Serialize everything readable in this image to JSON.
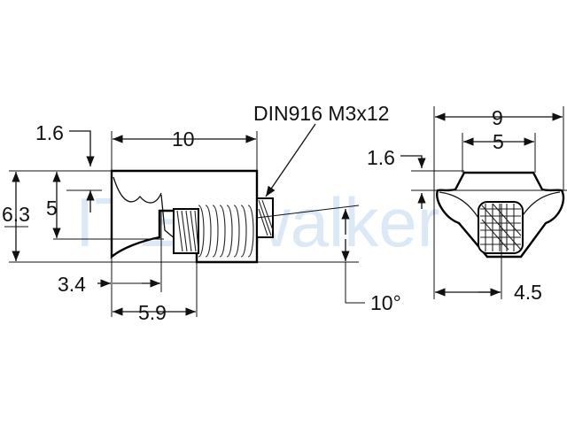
{
  "watermark": {
    "text": "ITEMwalker",
    "color": "#dbe8f5"
  },
  "labels": {
    "screw_spec": "DIN916 M3x12",
    "side_view": {
      "top_offset": "1.6",
      "length": "10",
      "overall_height": "6.3",
      "body_height": "5",
      "offset_a": "3.4",
      "offset_b": "5.9",
      "angle": "10°"
    },
    "front_view": {
      "overall_width": "9",
      "inner_width": "5",
      "top_offset": "1.6",
      "thread_width": "4.5"
    }
  },
  "colors": {
    "line": "#111111",
    "background": "#ffffff"
  }
}
